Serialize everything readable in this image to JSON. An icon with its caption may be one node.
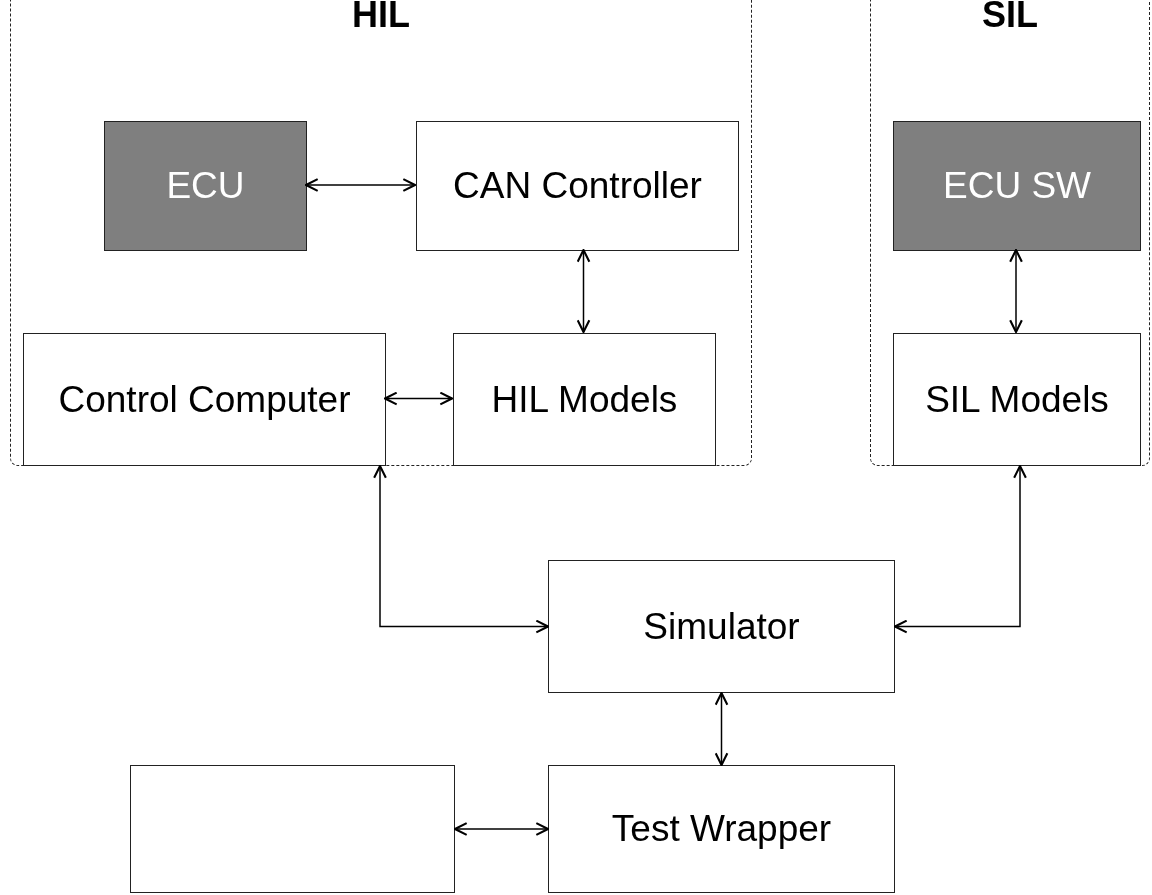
{
  "diagram": {
    "nodes": [
      {
        "text": [
          "HIL"
        ]
      },
      {
        "text": [
          "ECU"
        ],
        "in": 0
      },
      {
        "text": [
          "CAN Controller"
        ],
        "in": 0
      },
      {
        "text": [
          "Control Computer"
        ],
        "in": 0
      },
      {
        "text": [
          "HIL Models"
        ],
        "in": 0
      },
      {
        "text": [
          "SIL"
        ]
      },
      {
        "text": [
          "ECU SW"
        ],
        "in": 5
      },
      {
        "text": [
          "SIL Models"
        ],
        "in": 5
      },
      {
        "text": [
          "Simulator"
        ]
      },
      {
        "text": [],
        "shape": "box"
      },
      {
        "text": [
          "Test Wrapper"
        ]
      }
    ],
    "edges": [
      {
        "from": 1,
        "to": 2,
        "arrow": "both"
      },
      {
        "from": 2,
        "to": 4,
        "arrow": "both"
      },
      {
        "from": 3,
        "to": 4,
        "arrow": "both"
      },
      {
        "from": 6,
        "to": 7,
        "arrow": "both"
      },
      {
        "from": 0,
        "to": 8,
        "arrow": "both"
      },
      {
        "from": 5,
        "to": 8,
        "arrow": "both"
      },
      {
        "from": 8,
        "to": 10,
        "arrow": "both"
      },
      {
        "from": 9,
        "to": 10,
        "arrow": "both"
      }
    ]
  }
}
